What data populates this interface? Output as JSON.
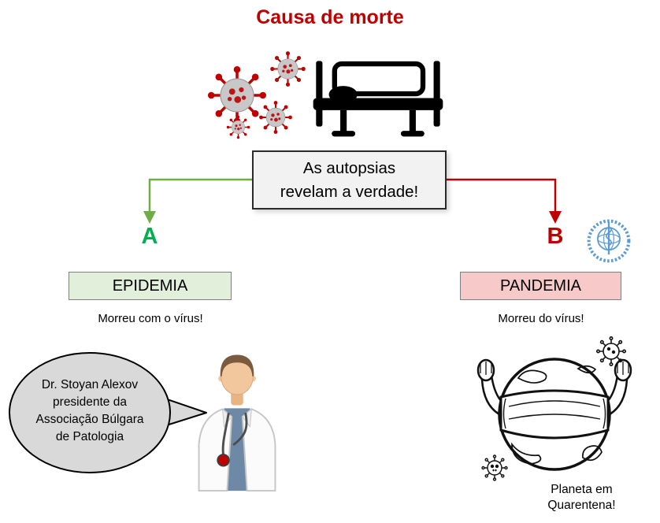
{
  "title": "Causa de morte",
  "center_box": {
    "lines": [
      "As autopsias",
      "revelam a verdade!"
    ]
  },
  "branch_a": {
    "label": "A",
    "box_label": "EPIDEMIA",
    "caption": "Morreu com o vírus!"
  },
  "branch_b": {
    "label": "B",
    "box_label": "PANDEMIA",
    "caption": "Morreu do vírus!"
  },
  "speech_bubble": {
    "lines": [
      "Dr. Stoyan Alexov",
      "presidente da",
      "Associação Búlgara",
      "de Patologia"
    ]
  },
  "quarantine": {
    "lines": [
      "Planeta em",
      "Quarentena!"
    ]
  },
  "colors": {
    "title_red": "#C00000",
    "branch_a_green": "#00B050",
    "arrow_green": "#70AD47",
    "branch_b_red": "#C00000",
    "epidemia_fill": "#E2EFDA",
    "pandemia_fill": "#F8C9C9",
    "center_box_fill": "#F2F2F2",
    "bubble_fill": "#D9D9D9",
    "who_blue": "#5B9BD5",
    "virus_red": "#C00000",
    "virus_gray": "#C8C8C8"
  },
  "icons": [
    "virus-icon",
    "death-bed-icon",
    "who-logo-icon",
    "doctor-clipart",
    "masked-globe-illustration",
    "speech-bubble"
  ]
}
